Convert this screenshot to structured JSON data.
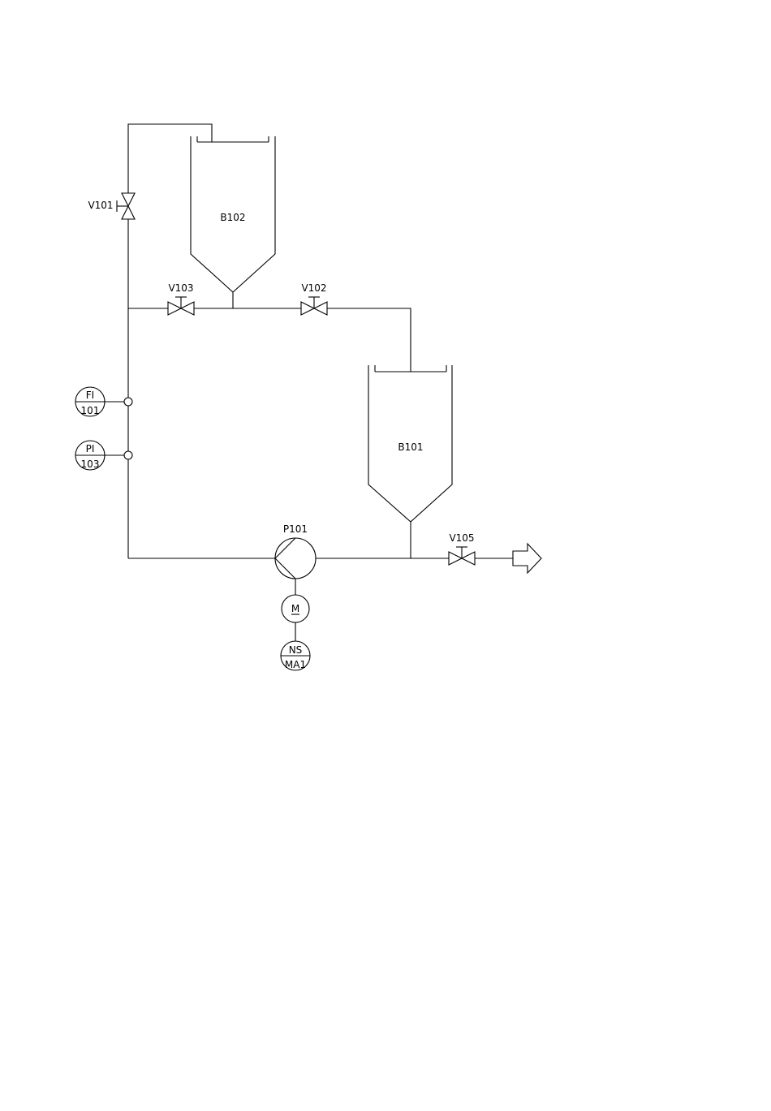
{
  "tanks": [
    {
      "id": "b102",
      "label": "B102"
    },
    {
      "id": "b101",
      "label": "B101"
    }
  ],
  "valves": [
    {
      "id": "v101",
      "label": "V101"
    },
    {
      "id": "v103",
      "label": "V103"
    },
    {
      "id": "v102",
      "label": "V102"
    },
    {
      "id": "v105",
      "label": "V105"
    }
  ],
  "instruments": [
    {
      "id": "fi101",
      "top": "FI",
      "bottom": "101"
    },
    {
      "id": "pi103",
      "top": "PI",
      "bottom": "103"
    },
    {
      "id": "nsma1",
      "top": "NS",
      "bottom": "MA1"
    }
  ],
  "pump": {
    "label": "P101"
  },
  "motor": {
    "label": "M"
  }
}
